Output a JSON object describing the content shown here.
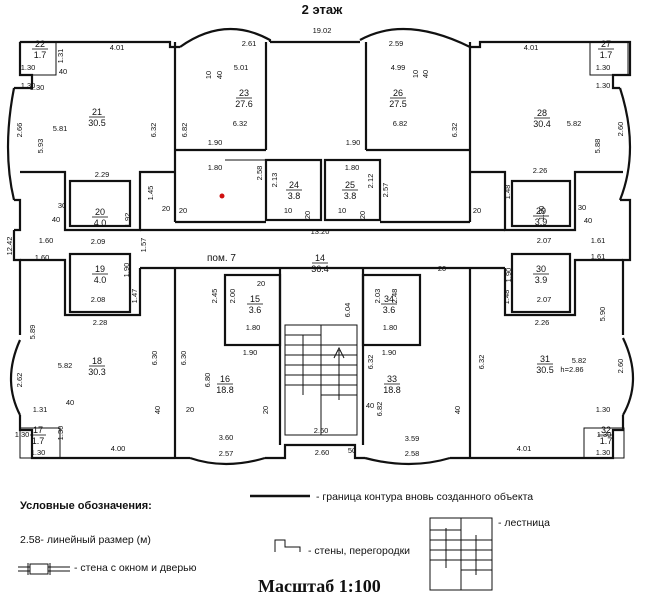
{
  "title": "2 этаж",
  "scale_label": "Масштаб 1:100",
  "legend": {
    "heading": "Условные  обозначения:",
    "dim_text": "2.58- линейный размер (м)",
    "wall_window_door": "- стена с окном и дверью",
    "boundary": "- граница  контура вновь созданного объекта",
    "walls": "- стены, перегородки",
    "stairs": "- лестница"
  },
  "pom_label": "пом. 7",
  "rooms": [
    {
      "id": "1",
      "num": "22",
      "area": "1.7"
    },
    {
      "id": "2",
      "num": "21",
      "area": "30.5"
    },
    {
      "id": "3",
      "num": "23",
      "area": "27.6"
    },
    {
      "id": "4",
      "num": "26",
      "area": "27.5"
    },
    {
      "id": "5",
      "num": "28",
      "area": "30.4"
    },
    {
      "id": "6",
      "num": "27",
      "area": "1.7"
    },
    {
      "id": "7",
      "num": "24",
      "area": "3.8"
    },
    {
      "id": "8",
      "num": "25",
      "area": "3.8"
    },
    {
      "id": "9",
      "num": "20",
      "area": "4.0"
    },
    {
      "id": "10",
      "num": "29",
      "area": "3.9"
    },
    {
      "id": "11",
      "num": "14",
      "area": "36.4"
    },
    {
      "id": "12",
      "num": "19",
      "area": "4.0"
    },
    {
      "id": "13",
      "num": "30",
      "area": "3.9"
    },
    {
      "id": "14",
      "num": "15",
      "area": "3.6"
    },
    {
      "id": "15",
      "num": "34",
      "area": "3.6"
    },
    {
      "id": "16",
      "num": "18",
      "area": "30.3"
    },
    {
      "id": "17",
      "num": "16",
      "area": "18.8"
    },
    {
      "id": "18",
      "num": "33",
      "area": "18.8"
    },
    {
      "id": "19",
      "num": "31",
      "area": "30.5"
    },
    {
      "id": "20",
      "num": "17",
      "area": "1.7"
    },
    {
      "id": "21",
      "num": "32",
      "area": "1.7"
    }
  ],
  "dimensions": [
    "19.02",
    "4.01",
    "1.30",
    "1.30",
    "40",
    "1.31",
    "2.61",
    "5.01",
    "10",
    "40",
    "1.30",
    "2.59",
    "4.99",
    "10",
    "40",
    "4.01",
    "1.30",
    "1.30",
    "2.66",
    "5.81",
    "5.93",
    "6.32",
    "6.82",
    "6.32",
    "6.82",
    "6.32",
    "5.82",
    "2.60",
    "5.88",
    "1.90",
    "1.90",
    "1.80",
    "1.80",
    "2.58",
    "2.13",
    "2.12",
    "2.57",
    "2.29",
    "2.26",
    "1.45",
    "1.48",
    "40",
    "30",
    "1.92",
    "20",
    "20",
    "10",
    "20",
    "10",
    "20",
    "20",
    "1.90",
    "30",
    "40",
    "12.42",
    "1.60",
    "2.09",
    "1.57",
    "13.20",
    "2.07",
    "1.61",
    "1.60",
    "1.90",
    "2.45",
    "2.00",
    "20",
    "2.03",
    "2.48",
    "20",
    "1.90",
    "1.61",
    "1.47",
    "2.08",
    "6.04",
    "1.48",
    "2.07",
    "2.28",
    "1.80",
    "1.80",
    "2.26",
    "5.89",
    "6.30",
    "6.30",
    "1.90",
    "1.90",
    "6.32",
    "6.32",
    "5.90",
    "2.62",
    "5.82",
    "6.80",
    "6.82",
    "5.82",
    "h=2.86",
    "2.60",
    "1.31",
    "40",
    "40",
    "20",
    "20",
    "40",
    "40",
    "1.30",
    "1.30",
    "1.30",
    "3.60",
    "2.60",
    "3.59",
    "1.30",
    "1.30",
    "4.00",
    "2.57",
    "2.60",
    "50",
    "2.58",
    "4.01",
    "1.30"
  ]
}
